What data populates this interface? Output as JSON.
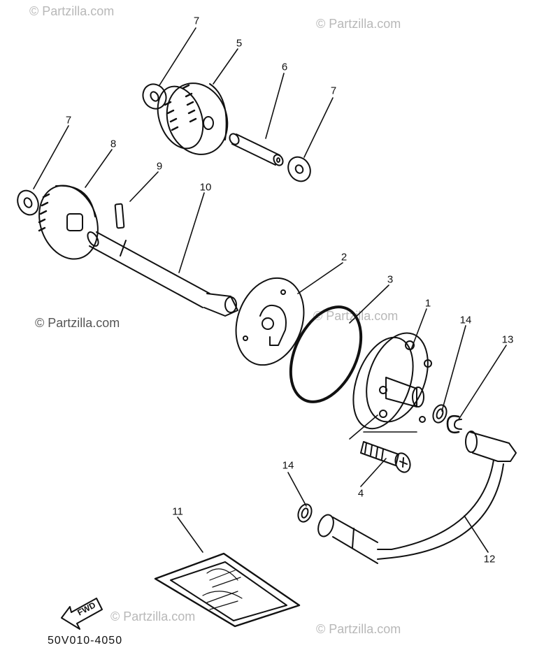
{
  "watermark": "© Partzilla.com",
  "diagram_code": "50V010-4050",
  "fwd_label": "FWD",
  "callouts": {
    "c1": "1",
    "c2": "2",
    "c3": "3",
    "c4": "4",
    "c5": "5",
    "c6": "6",
    "c7a": "7",
    "c7b": "7",
    "c7c": "7",
    "c8": "8",
    "c9": "9",
    "c10": "10",
    "c11": "11",
    "c12": "12",
    "c13": "13",
    "c14a": "14",
    "c14b": "14"
  },
  "colors": {
    "line": "#111111",
    "watermark": "#b8b8b8",
    "background": "#ffffff"
  }
}
